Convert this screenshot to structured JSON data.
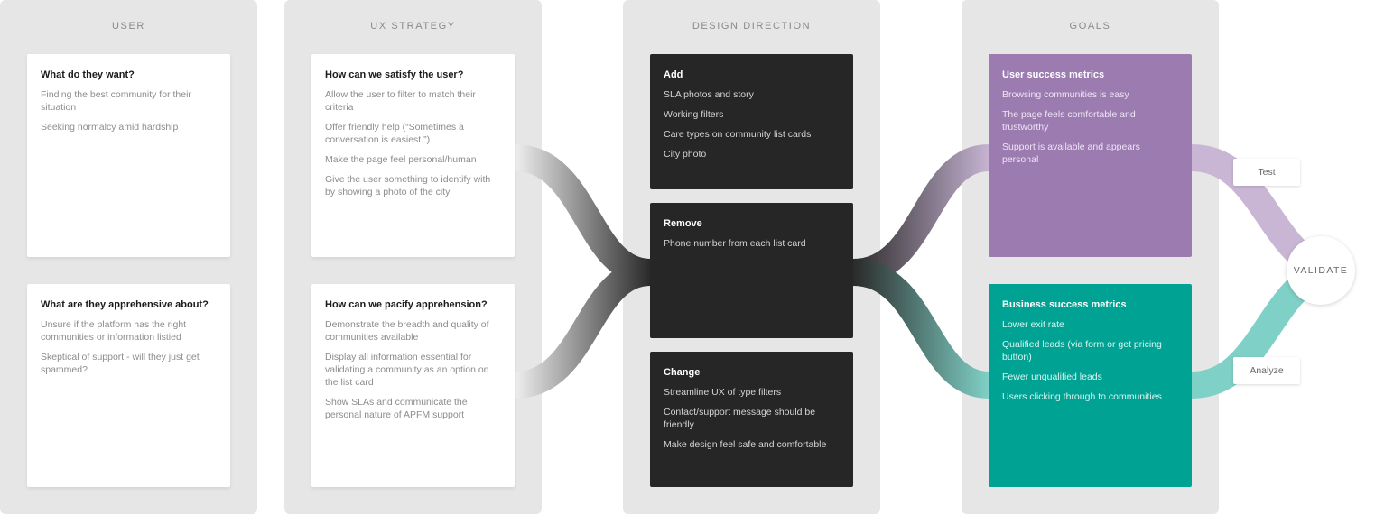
{
  "columns": {
    "user": "USER",
    "ux_strategy": "UX STRATEGY",
    "design_direction": "DESIGN DIRECTION",
    "goals": "GOALS"
  },
  "user_cards": [
    {
      "title": "What do they want?",
      "items": [
        "Finding the best community for their situation",
        "Seeking normalcy amid hardship"
      ]
    },
    {
      "title": "What are they apprehensive about?",
      "items": [
        "Unsure if the platform has the right communities or information listied",
        "Skeptical of support - will they just get spammed?"
      ]
    }
  ],
  "strategy_cards": [
    {
      "title": "How can we satisfy the user?",
      "items": [
        "Allow the user to filter to match their criteria",
        "Offer friendly help (“Sometimes a conversation is easiest.”)",
        "Make the page feel personal/human",
        "Give the user something to identify with by showing a photo of the city"
      ]
    },
    {
      "title": "How can we pacify apprehension?",
      "items": [
        "Demonstrate the breadth and quality of communities available",
        "Display all information essential for validating a community as an option on the list card",
        "Show SLAs and communicate the personal nature of APFM support"
      ]
    }
  ],
  "design_cards": [
    {
      "title": "Add",
      "items": [
        "SLA photos and story",
        "Working filters",
        "Care types on community list cards",
        "City photo"
      ]
    },
    {
      "title": "Remove",
      "items": [
        "Phone number from each list card"
      ]
    },
    {
      "title": "Change",
      "items": [
        "Streamline UX of type filters",
        "Contact/support message should be friendly",
        "Make design feel safe and comfortable"
      ]
    }
  ],
  "goal_cards": [
    {
      "title": "User success metrics",
      "items": [
        "Browsing communities is easy",
        "The page feels comfortable and trustworthy",
        "Support is available and appears personal"
      ]
    },
    {
      "title": "Business success metrics",
      "items": [
        "Lower exit rate",
        "Qualified leads (via form or get pricing button)",
        "Fewer unqualified leads",
        "Users clicking through to communities"
      ]
    }
  ],
  "tags": {
    "test": "Test",
    "analyze": "Analyze"
  },
  "validate": "VALIDATE",
  "colors": {
    "column_bg": "#e6e6e6",
    "dark_card": "#262626",
    "purple": "#9b7bb0",
    "teal": "#00a393"
  }
}
